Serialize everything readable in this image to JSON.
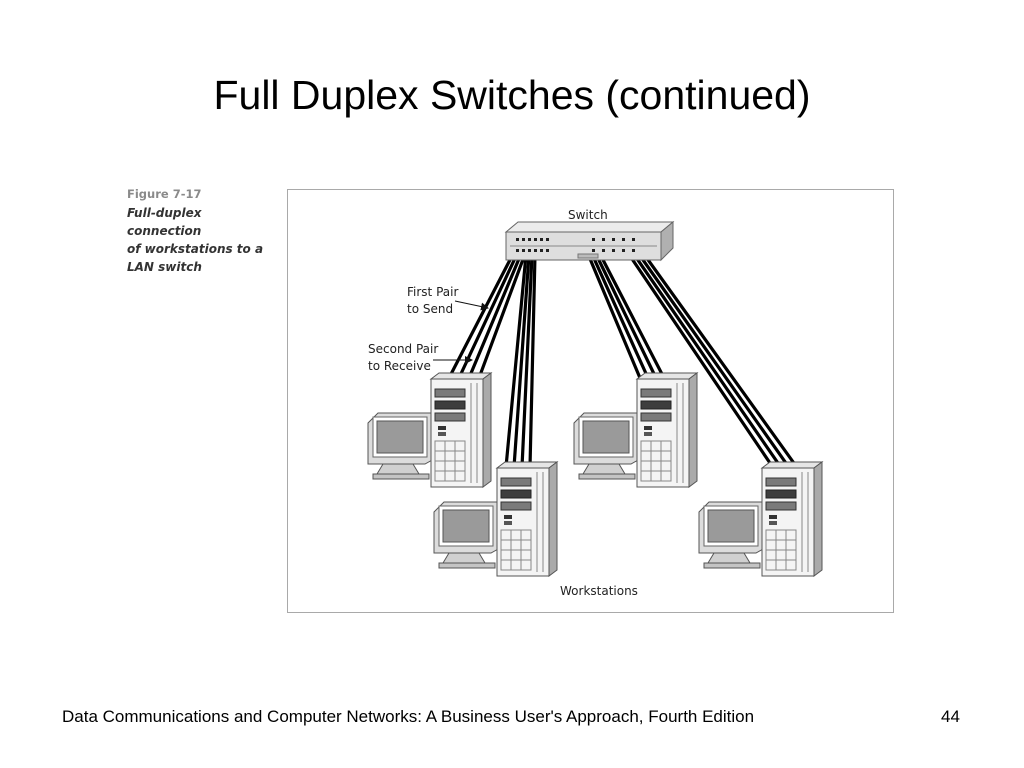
{
  "slide": {
    "title": "Full Duplex Switches (continued)",
    "footer": "Data Communications and Computer Networks: A Business User's Approach, Fourth Edition",
    "page_number": "44"
  },
  "figure": {
    "number": "Figure 7-17",
    "caption_lines": [
      "Full-duplex connection",
      "of workstations to a",
      "LAN switch"
    ]
  },
  "diagram": {
    "switch_label": "Switch",
    "first_pair_label": [
      "First Pair",
      "to Send"
    ],
    "second_pair_label": [
      "Second Pair",
      "to Receive"
    ],
    "workstations_label": "Workstations"
  }
}
